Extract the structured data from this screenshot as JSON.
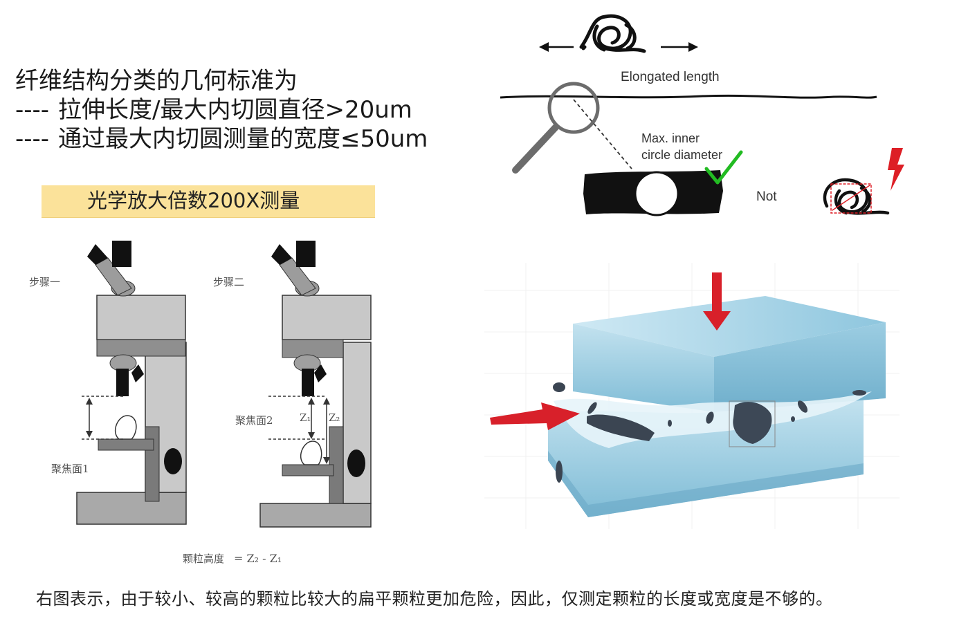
{
  "heading": {
    "line1": "纤维结构分类的几何标准为",
    "bullet_prefix": "----",
    "line2": "拉伸长度/最大内切圆直径>20um",
    "line3": "通过最大内切圆测量的宽度≤50um"
  },
  "banner": {
    "text": "光学放大倍数200X测量"
  },
  "microscope": {
    "step1": "步骤一",
    "step2": "步骤二",
    "focus1": "聚焦面1",
    "focus2": "聚焦面2",
    "z1": "Z₁",
    "z2": "Z₂",
    "height_label": "颗粒高度",
    "formula": "= Z₂ - Z₁"
  },
  "fiber_diagram": {
    "elongated_length": "Elongated length",
    "max_inner_line1": "Max. inner",
    "max_inner_line2": "circle diameter",
    "not_label": "Not",
    "colors": {
      "check": "#22bb22",
      "lightning": "#dd1f26"
    }
  },
  "particle_illustration": {
    "colors": {
      "block": "#a9d4e6",
      "arrow": "#d8202a"
    }
  },
  "caption": {
    "text": "右图表示，由于较小、较高的颗粒比较大的扁平颗粒更加危险，因此，仅测定颗粒的长度或宽度是不够的。"
  }
}
